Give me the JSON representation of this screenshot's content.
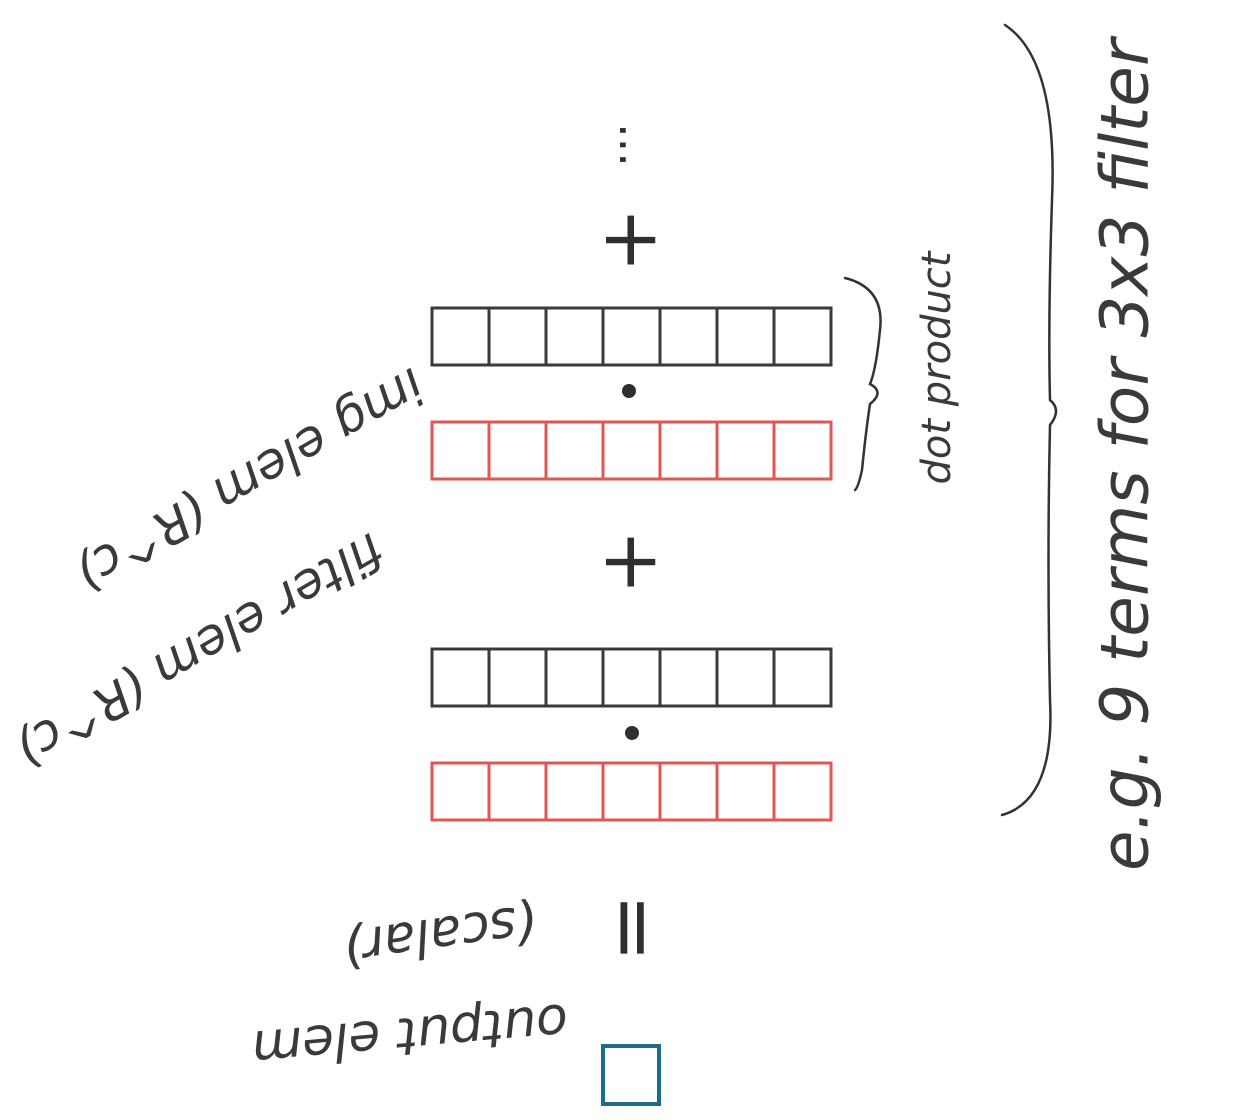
{
  "diagram": {
    "labels": {
      "summary": "e.g. 9 terms for 3x3 filter",
      "dot_product": "dot product",
      "filter": "filter elem (R^c)",
      "image": "img elem (R^c)",
      "output": "output elem",
      "output_sub": "(scalar)"
    },
    "operators": {
      "plus": "+",
      "dot": "•",
      "equals": "=",
      "ellipsis": "..."
    },
    "vector_length": 7,
    "colors": {
      "filter_vector": "#e05555",
      "image_vector": "#3a3a3a",
      "output_box": "#1f6b8a",
      "ink": "#3a3a3a"
    }
  }
}
